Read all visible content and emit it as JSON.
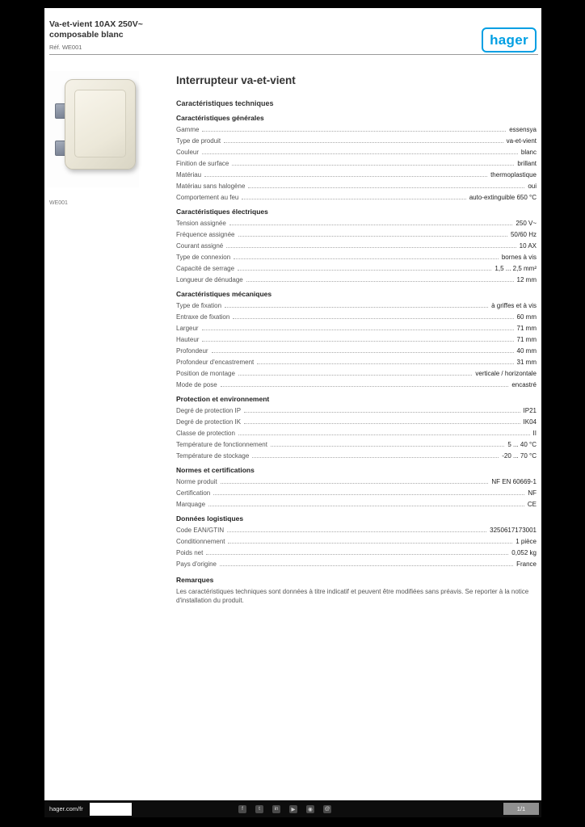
{
  "header": {
    "title_line1": "Va-et-vient 10AX 250V~",
    "title_line2": "composable blanc",
    "reference": "Réf. WE001",
    "logo_text": "hager",
    "brand_color": "#009fe3"
  },
  "product_image": {
    "caption": "WE001"
  },
  "main": {
    "heading": "Interrupteur va-et-vient",
    "subheading": "Caractéristiques techniques"
  },
  "sections": [
    {
      "title": "Caractéristiques générales",
      "rows": [
        {
          "label": "Gamme",
          "value": "essensya"
        },
        {
          "label": "Type de produit",
          "value": "va-et-vient"
        },
        {
          "label": "Couleur",
          "value": "blanc"
        },
        {
          "label": "Finition de surface",
          "value": "brillant"
        },
        {
          "label": "Matériau",
          "value": "thermoplastique"
        },
        {
          "label": "Matériau sans halogène",
          "value": "oui"
        },
        {
          "label": "Comportement au feu",
          "value": "auto-extinguible 650 °C"
        }
      ]
    },
    {
      "title": "Caractéristiques électriques",
      "rows": [
        {
          "label": "Tension assignée",
          "value": "250 V~"
        },
        {
          "label": "Fréquence assignée",
          "value": "50/60 Hz"
        },
        {
          "label": "Courant assigné",
          "value": "10 AX"
        },
        {
          "label": "Type de connexion",
          "value": "bornes à vis"
        },
        {
          "label": "Capacité de serrage",
          "value": "1,5 ... 2,5 mm²"
        },
        {
          "label": "Longueur de dénudage",
          "value": "12 mm"
        }
      ]
    },
    {
      "title": "Caractéristiques mécaniques",
      "rows": [
        {
          "label": "Type de fixation",
          "value": "à griffes et à vis"
        },
        {
          "label": "Entraxe de fixation",
          "value": "60 mm"
        },
        {
          "label": "Largeur",
          "value": "71 mm"
        },
        {
          "label": "Hauteur",
          "value": "71 mm"
        },
        {
          "label": "Profondeur",
          "value": "40 mm"
        },
        {
          "label": "Profondeur d'encastrement",
          "value": "31 mm"
        },
        {
          "label": "Position de montage",
          "value": "verticale / horizontale"
        },
        {
          "label": "Mode de pose",
          "value": "encastré"
        }
      ]
    },
    {
      "title": "Protection et environnement",
      "rows": [
        {
          "label": "Degré de protection IP",
          "value": "IP21"
        },
        {
          "label": "Degré de protection IK",
          "value": "IK04"
        },
        {
          "label": "Classe de protection",
          "value": "II"
        },
        {
          "label": "Température de fonctionnement",
          "value": "5 ... 40 °C"
        },
        {
          "label": "Température de stockage",
          "value": "-20 ... 70 °C"
        }
      ]
    },
    {
      "title": "Normes et certifications",
      "rows": [
        {
          "label": "Norme produit",
          "value": "NF EN 60669-1"
        },
        {
          "label": "Certification",
          "value": "NF"
        },
        {
          "label": "Marquage",
          "value": "CE"
        }
      ]
    },
    {
      "title": "Données logistiques",
      "rows": [
        {
          "label": "Code EAN/GTIN",
          "value": "3250617173001"
        },
        {
          "label": "Conditionnement",
          "value": "1 pièce"
        },
        {
          "label": "Poids net",
          "value": "0,052 kg"
        },
        {
          "label": "Pays d'origine",
          "value": "France"
        }
      ]
    }
  ],
  "note": {
    "title": "Remarques",
    "text": "Les caractéristiques techniques sont données à titre indicatif et peuvent être modifiées sans préavis. Se reporter à la notice d'installation du produit."
  },
  "footer": {
    "website": "hager.com/fr",
    "icons": [
      "facebook-icon",
      "twitter-icon",
      "linkedin-icon",
      "youtube-icon",
      "instagram-icon",
      "newsletter-icon"
    ],
    "icon_glyphs": [
      "f",
      "t",
      "in",
      "▶",
      "◉",
      "@"
    ],
    "page_indicator": "1/1"
  }
}
